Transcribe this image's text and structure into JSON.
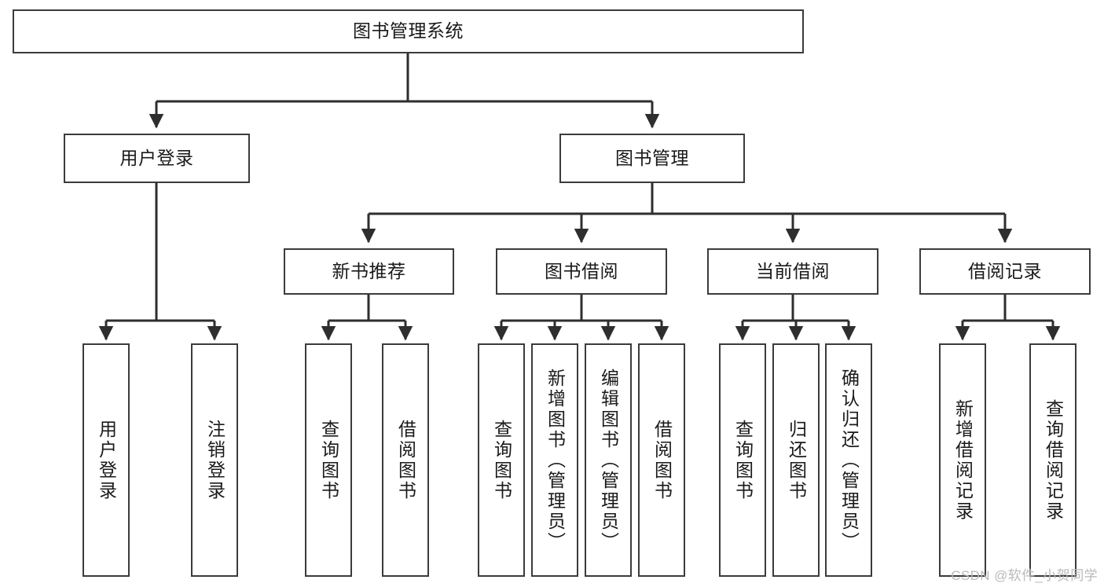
{
  "diagram": {
    "type": "tree-hierarchy-chart",
    "title_node": {
      "id": "root",
      "label": "图书管理系统"
    },
    "colors": {
      "node_border": "#3b3b3b",
      "node_fill": "#ffffff",
      "edge": "#2e2e2e",
      "text": "#1a1a1a",
      "watermark": "#b9b9b9"
    },
    "levels": [
      {
        "level": 1,
        "nodes": [
          {
            "id": "root",
            "label": "图书管理系统",
            "orientation": "horizontal"
          }
        ]
      },
      {
        "level": 2,
        "nodes": [
          {
            "id": "login",
            "label": "用户登录",
            "orientation": "horizontal",
            "parent": "root"
          },
          {
            "id": "bookmgmt",
            "label": "图书管理",
            "orientation": "horizontal",
            "parent": "root"
          }
        ]
      },
      {
        "level": 3,
        "nodes": [
          {
            "id": "newbook",
            "label": "新书推荐",
            "orientation": "horizontal",
            "parent": "bookmgmt"
          },
          {
            "id": "borrow",
            "label": "图书借阅",
            "orientation": "horizontal",
            "parent": "bookmgmt"
          },
          {
            "id": "current",
            "label": "当前借阅",
            "orientation": "horizontal",
            "parent": "bookmgmt"
          },
          {
            "id": "records",
            "label": "借阅记录",
            "orientation": "horizontal",
            "parent": "bookmgmt"
          }
        ]
      },
      {
        "level": 4,
        "nodes": [
          {
            "id": "leaf-user-login",
            "label": "用户登录",
            "orientation": "vertical",
            "parent": "login"
          },
          {
            "id": "leaf-user-logout",
            "label": "注销登录",
            "orientation": "vertical",
            "parent": "login"
          },
          {
            "id": "leaf-new-query",
            "label": "查询图书",
            "orientation": "vertical",
            "parent": "newbook"
          },
          {
            "id": "leaf-new-borrow",
            "label": "借阅图书",
            "orientation": "vertical",
            "parent": "newbook"
          },
          {
            "id": "leaf-borrow-query",
            "label": "查询图书",
            "orientation": "vertical",
            "parent": "borrow"
          },
          {
            "id": "leaf-borrow-add",
            "label": "新增图书（管理员）",
            "orientation": "vertical",
            "parent": "borrow"
          },
          {
            "id": "leaf-borrow-edit",
            "label": "编辑图书（管理员）",
            "orientation": "vertical",
            "parent": "borrow"
          },
          {
            "id": "leaf-borrow-borrow",
            "label": "借阅图书",
            "orientation": "vertical",
            "parent": "borrow"
          },
          {
            "id": "leaf-current-query",
            "label": "查询图书",
            "orientation": "vertical",
            "parent": "current"
          },
          {
            "id": "leaf-current-return",
            "label": "归还图书",
            "orientation": "vertical",
            "parent": "current"
          },
          {
            "id": "leaf-current-confirm",
            "label": "确认归还（管理员）",
            "orientation": "vertical",
            "parent": "current"
          },
          {
            "id": "leaf-records-add",
            "label": "新增借阅记录",
            "orientation": "vertical",
            "parent": "records"
          },
          {
            "id": "leaf-records-query",
            "label": "查询借阅记录",
            "orientation": "vertical",
            "parent": "records"
          }
        ]
      }
    ]
  },
  "watermark": {
    "text": "CSDN @软件_小贺同学"
  }
}
